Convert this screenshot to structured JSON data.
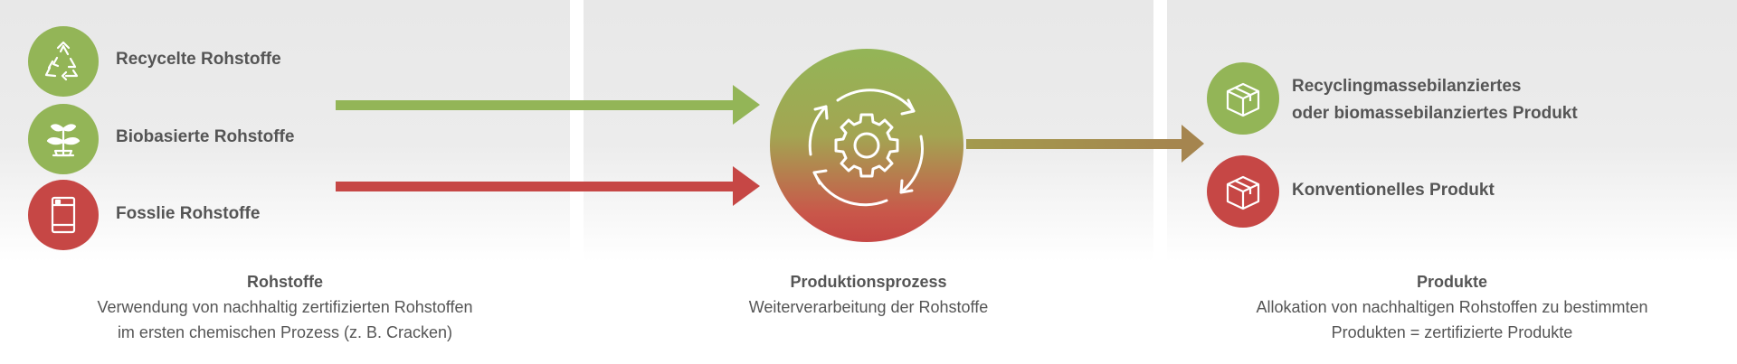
{
  "sources": [
    {
      "label": "Recycelte Rohstoffe",
      "icon": "recycle-icon",
      "color": "#93b557"
    },
    {
      "label": "Biobasierte Rohstoffe",
      "icon": "plant-icon",
      "color": "#93b557"
    },
    {
      "label": "Fosslie Rohstoffe",
      "icon": "barrel-icon",
      "color": "#c64745"
    }
  ],
  "process": {
    "icon": "gear-cycle-icon"
  },
  "products": [
    {
      "line1": "Recyclingmassebilanziertes",
      "line2": "oder biomassebilanziertes Produkt",
      "icon": "box-icon",
      "color": "#93b557"
    },
    {
      "line1": "Konventionelles Produkt",
      "icon": "box-icon",
      "color": "#c64745"
    }
  ],
  "captions": {
    "left": {
      "title": "Rohstoffe",
      "line1": "Verwendung von nachhaltig zertifizierten Rohstoffen",
      "line2": "im ersten chemischen Prozess (z. B. Cracken)"
    },
    "center": {
      "title": "Produktionsprozess",
      "line1": "Weiterverarbeitung der Rohstoffe"
    },
    "right": {
      "title": "Produkte",
      "line1": "Allokation von nachhaltigen Rohstoffen zu bestimmten",
      "line2": "Produkten = zertifizierte Produkte"
    }
  },
  "colors": {
    "green": "#93b557",
    "red": "#c64745",
    "brown": "#a5854f",
    "panel": "#e9e9e9"
  }
}
